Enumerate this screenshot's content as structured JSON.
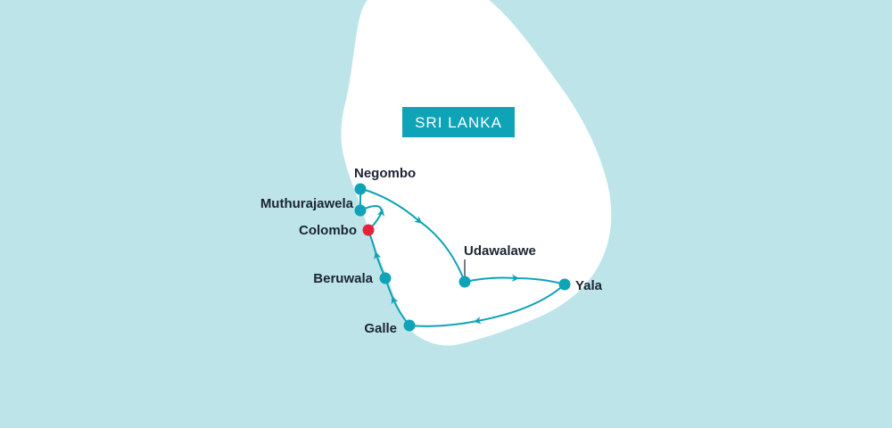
{
  "map": {
    "country_label": "SRI LANKA",
    "colors": {
      "sea": "#bde4e9",
      "land": "#ffffff",
      "route": "#0fa3b8",
      "stop": "#0fa3b8",
      "start_marker": "#e8213b",
      "label_box": "#0fa3b8",
      "label_text": "#1c2533"
    },
    "stops": [
      {
        "id": "negombo",
        "name": "Negombo"
      },
      {
        "id": "muthurajawela",
        "name": "Muthurajawela"
      },
      {
        "id": "colombo",
        "name": "Colombo",
        "type": "start"
      },
      {
        "id": "beruwala",
        "name": "Beruwala"
      },
      {
        "id": "galle",
        "name": "Galle"
      },
      {
        "id": "udawalawe",
        "name": "Udawalawe"
      },
      {
        "id": "yala",
        "name": "Yala"
      }
    ],
    "route_order": [
      "negombo",
      "udawalawe",
      "yala",
      "galle",
      "beruwala",
      "colombo",
      "muthurajawela"
    ]
  }
}
